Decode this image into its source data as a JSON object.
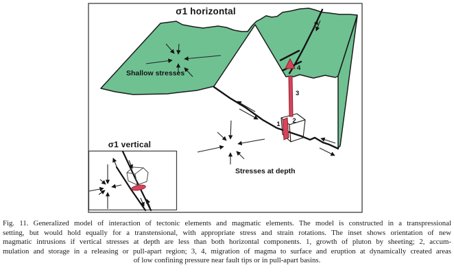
{
  "figure": {
    "title": "σ1 horizontal",
    "inset_title": "σ1 vertical",
    "label_shallow": "Shallow stresses",
    "label_depth": "Stresses at depth",
    "num1": "1",
    "num2": "2",
    "num3": "3",
    "num4": "4",
    "colors": {
      "terrain_green": "#6fc192",
      "magma_red": "#d6445a",
      "magma_dark": "#8f1f2e",
      "ink": "#141414",
      "panel_border": "#4a4a4a"
    }
  },
  "caption": {
    "lines": [
      "Fig. 11. Generalized model of interaction of tectonic elements and magmatic elements.  The model is constructed in a transpressional",
      "setting, but would hold equally for a transtensional, with appropriate stress and strain rotations.  The inset shows orientation of new",
      "magmatic intrusions if vertical stresses at depth are less than both horizontal components. 1, growth of pluton by sheeting; 2, accum-",
      "mulation and storage in a releasing or pull-apart region; 3, 4, migration of magma to surface and eruption at dynamically created areas",
      "of low confining pressure near fault tips or in pull-apart basins."
    ]
  }
}
